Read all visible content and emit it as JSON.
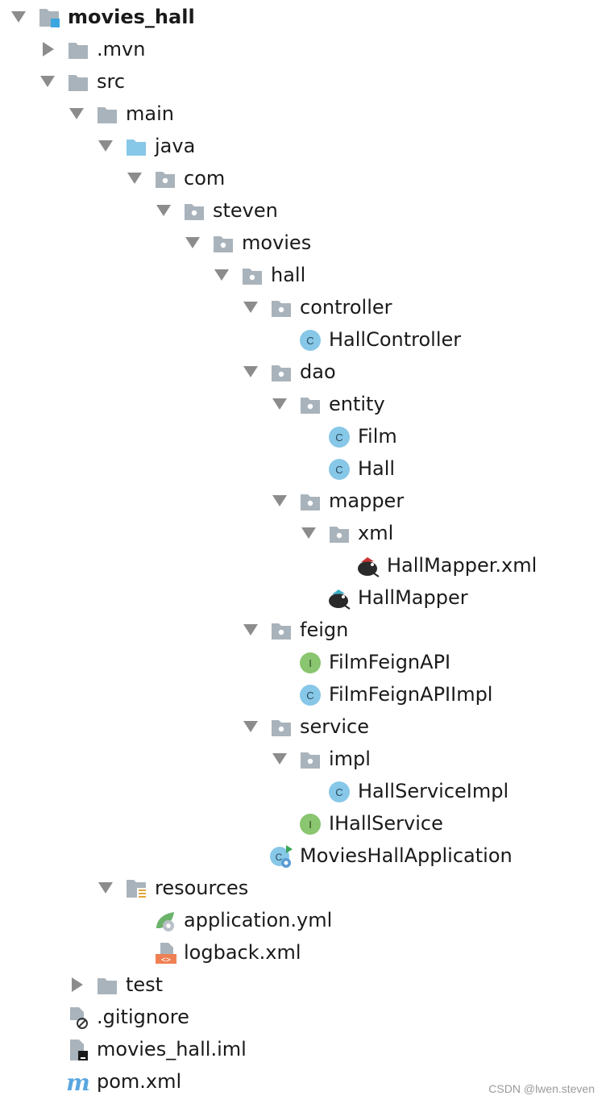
{
  "tree": [
    {
      "label": "movies_hall",
      "depth": 0,
      "expanded": true,
      "icon": "module-folder-icon",
      "bold": true
    },
    {
      "label": ".mvn",
      "depth": 1,
      "expanded": false,
      "icon": "folder-icon"
    },
    {
      "label": "src",
      "depth": 1,
      "expanded": true,
      "icon": "folder-icon"
    },
    {
      "label": "main",
      "depth": 2,
      "expanded": true,
      "icon": "folder-icon"
    },
    {
      "label": "java",
      "depth": 3,
      "expanded": true,
      "icon": "source-root-folder-icon"
    },
    {
      "label": "com",
      "depth": 4,
      "expanded": true,
      "icon": "package-icon"
    },
    {
      "label": "steven",
      "depth": 5,
      "expanded": true,
      "icon": "package-icon"
    },
    {
      "label": "movies",
      "depth": 6,
      "expanded": true,
      "icon": "package-icon"
    },
    {
      "label": "hall",
      "depth": 7,
      "expanded": true,
      "icon": "package-icon"
    },
    {
      "label": "controller",
      "depth": 8,
      "expanded": true,
      "icon": "package-icon"
    },
    {
      "label": "HallController",
      "depth": 9,
      "icon": "class-icon"
    },
    {
      "label": "dao",
      "depth": 8,
      "expanded": true,
      "icon": "package-icon"
    },
    {
      "label": "entity",
      "depth": 9,
      "expanded": true,
      "icon": "package-icon"
    },
    {
      "label": "Film",
      "depth": 10,
      "icon": "class-icon"
    },
    {
      "label": "Hall",
      "depth": 10,
      "icon": "class-icon"
    },
    {
      "label": "mapper",
      "depth": 9,
      "expanded": true,
      "icon": "package-icon"
    },
    {
      "label": "xml",
      "depth": 10,
      "expanded": true,
      "icon": "package-icon"
    },
    {
      "label": "HallMapper.xml",
      "depth": 11,
      "icon": "mybatis-xml-icon"
    },
    {
      "label": "HallMapper",
      "depth": 10,
      "icon": "mybatis-mapper-icon"
    },
    {
      "label": "feign",
      "depth": 8,
      "expanded": true,
      "icon": "package-icon"
    },
    {
      "label": "FilmFeignAPI",
      "depth": 9,
      "icon": "interface-icon"
    },
    {
      "label": "FilmFeignAPIImpl",
      "depth": 9,
      "icon": "class-icon"
    },
    {
      "label": "service",
      "depth": 8,
      "expanded": true,
      "icon": "package-icon"
    },
    {
      "label": "impl",
      "depth": 9,
      "expanded": true,
      "icon": "package-icon"
    },
    {
      "label": "HallServiceImpl",
      "depth": 10,
      "icon": "class-icon"
    },
    {
      "label": "IHallService",
      "depth": 9,
      "icon": "interface-icon"
    },
    {
      "label": "MoviesHallApplication",
      "depth": 8,
      "icon": "spring-boot-class-icon"
    },
    {
      "label": "resources",
      "depth": 3,
      "expanded": true,
      "icon": "resources-folder-icon"
    },
    {
      "label": "application.yml",
      "depth": 4,
      "icon": "spring-config-icon"
    },
    {
      "label": "logback.xml",
      "depth": 4,
      "icon": "xml-file-icon"
    },
    {
      "label": "test",
      "depth": 2,
      "expanded": false,
      "icon": "folder-icon"
    },
    {
      "label": ".gitignore",
      "depth": 1,
      "icon": "ignore-file-icon"
    },
    {
      "label": "movies_hall.iml",
      "depth": 1,
      "icon": "iml-file-icon"
    },
    {
      "label": "pom.xml",
      "depth": 1,
      "icon": "maven-pom-icon"
    }
  ],
  "colors": {
    "folder": "#a9b3bb",
    "source_root": "#87c7e8",
    "class": "#87c7e8",
    "interface": "#8ac56f",
    "arrow": "#8c8c8c",
    "module_badge": "#3ba6df",
    "maven": "#5aa7e0",
    "xml_badge": "#ef8054",
    "spring": "#6bb36a"
  },
  "watermark": "CSDN @lwen.steven"
}
